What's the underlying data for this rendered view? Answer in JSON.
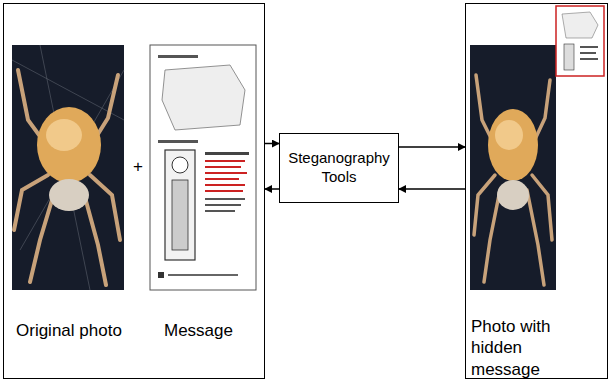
{
  "diagram": {
    "nodes": [
      {
        "text": [
          "+",
          "Original photo",
          "Message"
        ]
      },
      {
        "text": [
          "Steganography Tools"
        ]
      },
      {
        "text": [
          "Photo with hidden message"
        ]
      }
    ],
    "edges": [
      {
        "from": 0,
        "to": 1,
        "arrow": "to"
      },
      {
        "from": 1,
        "to": 0,
        "arrow": "to"
      },
      {
        "from": 1,
        "to": 2,
        "arrow": "to"
      },
      {
        "from": 2,
        "to": 1,
        "arrow": "to"
      }
    ]
  }
}
